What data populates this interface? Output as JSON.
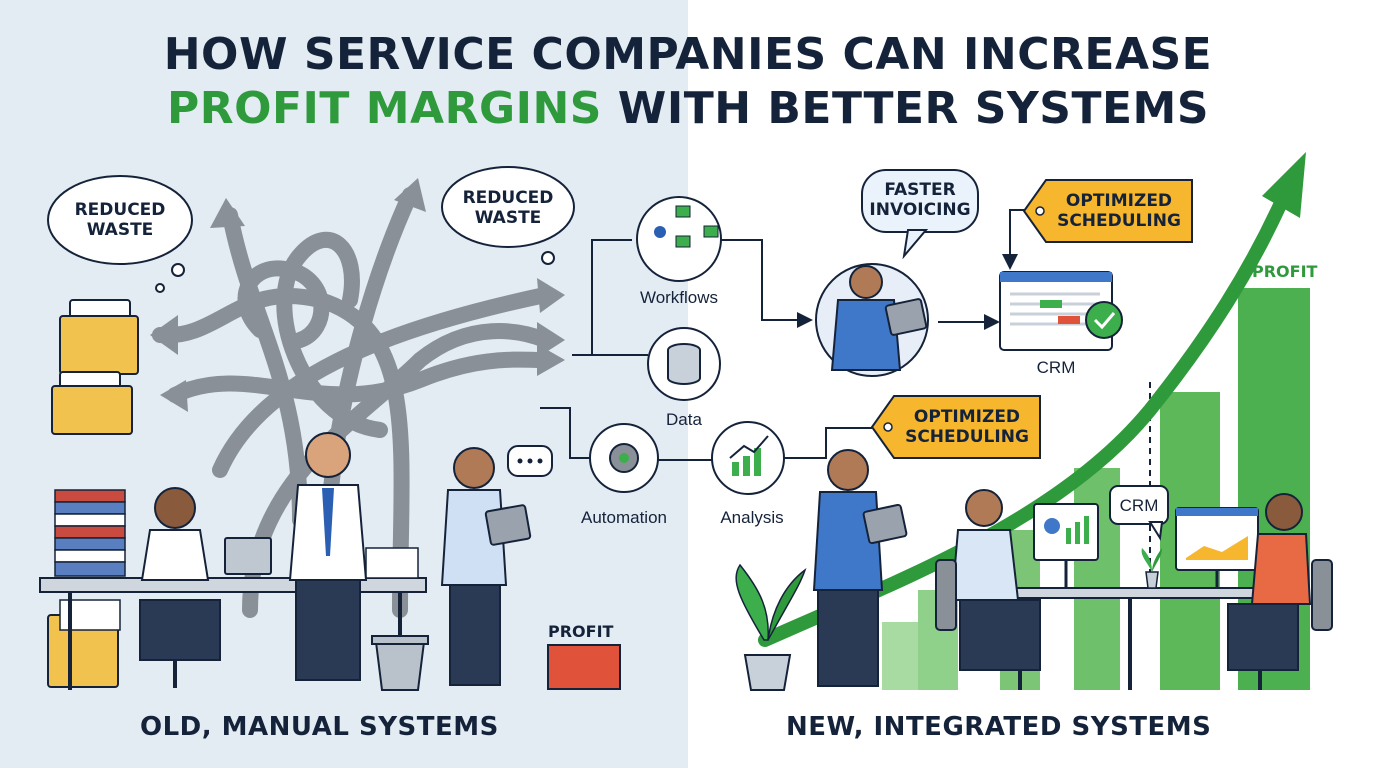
{
  "title": {
    "line1": "HOW SERVICE COMPANIES CAN INCREASE",
    "line2_accent": "PROFIT MARGINS",
    "line2_rest": " WITH BETTER SYSTEMS"
  },
  "left": {
    "bubbles": [
      "REDUCED\nWASTE",
      "REDUCED\nWASTE"
    ],
    "profit_label": "PROFIT",
    "footer": "OLD, MANUAL SYSTEMS"
  },
  "middle": {
    "nodes": [
      "Workflows",
      "Data",
      "Automation",
      "Analysis"
    ]
  },
  "right": {
    "bubble_faster": "FASTER\nINVOICING",
    "tag_top": "OPTIMIZED\nSCHEDULING",
    "tag_mid": "OPTIMIZED\nSCHEDULING",
    "crm_label": "CRM",
    "crm_bubble": "CRM",
    "profit_label": "PROFIT",
    "footer": "NEW, INTEGRATED SYSTEMS"
  },
  "colors": {
    "accent_green": "#2f9a3b",
    "tag_yellow": "#f6b62d",
    "profit_red": "#e0523a",
    "navy": "#15233a",
    "left_bg": "#e3ebf3"
  }
}
